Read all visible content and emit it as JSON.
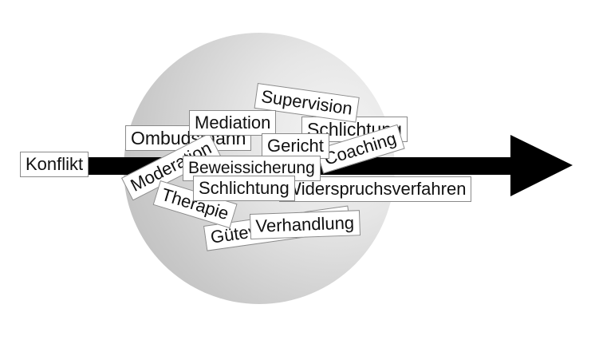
{
  "diagram": {
    "start_label": "Konflikt",
    "methods": [
      "Supervision",
      "Schlichtung",
      "Ombudsmann",
      "Mediation",
      "Gericht",
      "Coaching",
      "Moderation",
      "Beweissicherung",
      "Schlichtung",
      "Widerspruchsverfahren",
      "Therapie",
      "Güteverhandlung",
      "Verhandlung"
    ]
  }
}
